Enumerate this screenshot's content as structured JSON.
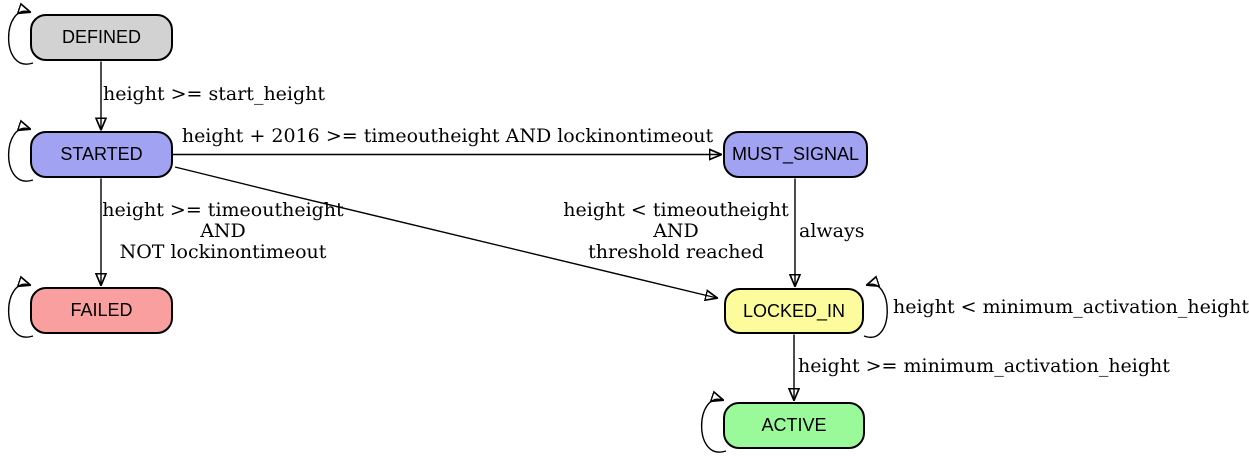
{
  "diagram_type": "state-machine",
  "states": {
    "defined": {
      "label": "DEFINED",
      "fill": "#d2d2d2"
    },
    "started": {
      "label": "STARTED",
      "fill": "#a2a2f2"
    },
    "must_signal": {
      "label": "MUST_SIGNAL",
      "fill": "#a2a2f2"
    },
    "failed": {
      "label": "FAILED",
      "fill": "#f99f9f"
    },
    "locked_in": {
      "label": "LOCKED_IN",
      "fill": "#fcfc9c"
    },
    "active": {
      "label": "ACTIVE",
      "fill": "#9afa9a"
    }
  },
  "transitions": {
    "defined_to_started": {
      "label": "height >= start_height"
    },
    "started_to_must_signal": {
      "label": "height + 2016 >= timeoutheight AND lockinontimeout"
    },
    "started_to_failed": {
      "lines": [
        "height >= timeoutheight",
        "AND",
        "NOT lockinontimeout"
      ]
    },
    "started_to_locked_in": {
      "lines": [
        "height < timeoutheight",
        "AND",
        "threshold reached"
      ]
    },
    "must_signal_to_locked_in": {
      "label": "always"
    },
    "locked_in_self_loop": {
      "label": "height < minimum_activation_height"
    },
    "locked_in_to_active": {
      "label": "height >= minimum_activation_height"
    },
    "self_loops_unlabeled": [
      "defined",
      "started",
      "failed",
      "locked_in",
      "active"
    ]
  },
  "colors": {
    "background": "#ffffff",
    "node_border": "#000000",
    "edge_stroke": "#000000",
    "label_text": "#000000"
  }
}
